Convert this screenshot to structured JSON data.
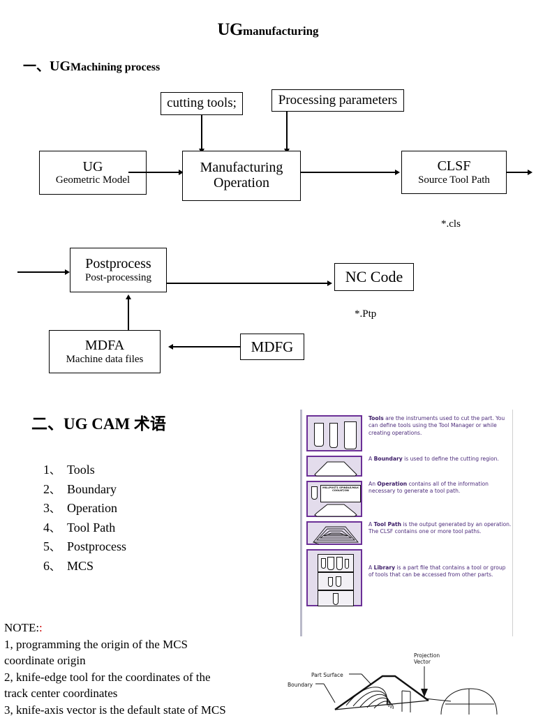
{
  "document": {
    "title_main": "UG",
    "title_sub": "manufacturing"
  },
  "section_1": {
    "number": "一、",
    "heading_main": "UG",
    "heading_sub": "Machining process"
  },
  "flowchart": {
    "boxes": [
      {
        "id": "cutting-tools",
        "line1": "cutting tools;",
        "line2": ""
      },
      {
        "id": "processing-parameters",
        "line1": "Processing parameters",
        "line2": ""
      },
      {
        "id": "ug",
        "line1": "UG",
        "line2": "Geometric Model"
      },
      {
        "id": "manufacturing-operation",
        "line1": "Manufacturing",
        "line2": "Operation"
      },
      {
        "id": "clsf",
        "line1": "CLSF",
        "line2": "Source Tool Path"
      },
      {
        "id": "postprocess",
        "line1": "Postprocess",
        "line2": "Post-processing"
      },
      {
        "id": "nc-code",
        "line1": "NC Code",
        "line2": ""
      },
      {
        "id": "mdfa",
        "line1": "MDFA",
        "line2": "Machine data files"
      },
      {
        "id": "mdfg",
        "line1": "MDFG",
        "line2": ""
      }
    ],
    "labels": {
      "cls": "*.cls",
      "ptp": "*.Ptp"
    }
  },
  "section_2": {
    "number": "二、",
    "heading": "UG CAM 术语",
    "terms": [
      {
        "num": "1",
        "sep": "、",
        "label": "Tools"
      },
      {
        "num": "2",
        "sep": "、",
        "label": "Boundary"
      },
      {
        "num": "3",
        "sep": "、",
        "label": "Operation"
      },
      {
        "num": "4",
        "sep": "、",
        "label": "Tool Path"
      },
      {
        "num": "5",
        "sep": "、",
        "label": "Postprocess"
      },
      {
        "num": "6",
        "sep": "、",
        "label": "MCS"
      }
    ]
  },
  "note": {
    "title": "NOTE:",
    "title_colon": ":",
    "lines": [
      "1, programming the origin of the MCS",
      "coordinate origin",
      "2, knife-edge tool for the coordinates of the",
      "track center coordinates",
      "3, knife-axis vector is the default state of MCS"
    ]
  },
  "cam_figure": {
    "border_color": "#6b2f96",
    "fill_color": "#e3dcec",
    "text_color": "#4b2a7a",
    "rows": [
      {
        "id": "tools",
        "term": "Tools",
        "body": " are the instruments used to cut the part. You can define tools using the Tool Manager or while creating operations."
      },
      {
        "id": "boundary",
        "lead": "A ",
        "term": "Boundary",
        "body": " is used to define the cutting region."
      },
      {
        "id": "operation",
        "lead": "An ",
        "term": "Operation",
        "body": " contains all of the information necessary to generate a tool path.",
        "mini_label": "MILLPOST1 SPINDLE/MAX COOLNT/ON"
      },
      {
        "id": "tool-path",
        "lead": "A ",
        "term": "Tool Path",
        "body": " is the output generated by an operation. The CLSF contains one or more tool paths."
      },
      {
        "id": "library",
        "lead": "A ",
        "term": "Library",
        "body": " is a part file that contains a tool or group of tools that can be accessed from other parts."
      }
    ]
  },
  "tech_drawing": {
    "labels": [
      {
        "id": "projection-vector",
        "text": "Projection"
      },
      {
        "id": "projection-vector-2",
        "text": "Vector"
      },
      {
        "id": "part-surface",
        "text": "Part Surface"
      },
      {
        "id": "boundary",
        "text": "Boundary"
      }
    ]
  }
}
